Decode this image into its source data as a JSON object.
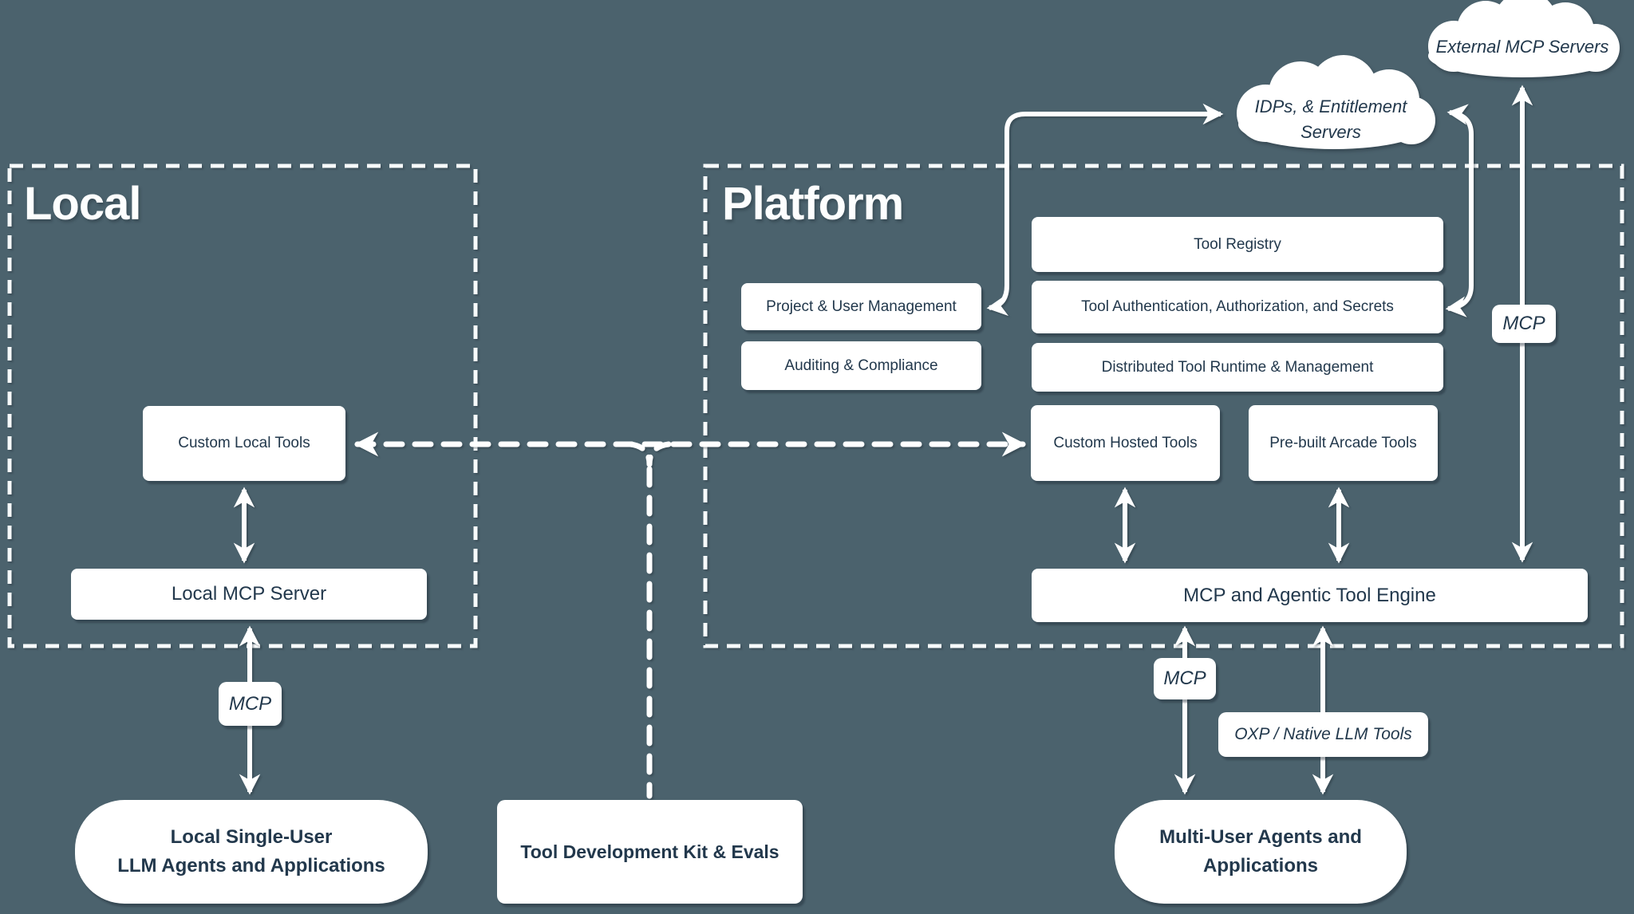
{
  "palette": {
    "background": "#4b626d",
    "ink": "#22384c",
    "line": "#ffffff"
  },
  "titles": {
    "local": "Local",
    "platform": "Platform"
  },
  "clouds": {
    "external": {
      "label": "External MCP Servers"
    },
    "idps": {
      "line1": "IDPs, & Entitlement",
      "line2": "Servers"
    }
  },
  "local": {
    "custom_local_tools": "Custom Local Tools",
    "local_mcp_server": "Local MCP Server"
  },
  "platform": {
    "tool_registry": "Tool Registry",
    "project_user_management": "Project & User Management",
    "tool_auth": "Tool Authentication, Authorization, and Secrets",
    "auditing_compliance": "Auditing & Compliance",
    "distributed_runtime": "Distributed Tool Runtime & Management",
    "custom_hosted_tools": "Custom Hosted Tools",
    "prebuilt_arcade_tools": "Pre-built Arcade Tools",
    "mcp_engine": "MCP and Agentic Tool Engine"
  },
  "edge_labels": {
    "mcp_local": "MCP",
    "mcp_engine": "MCP",
    "mcp_external": "MCP",
    "oxp": "OXP / Native LLM Tools"
  },
  "bottom": {
    "local_agents": {
      "line1": "Local Single-User",
      "line2": "LLM Agents and Applications"
    },
    "tdk": {
      "label": "Tool Development Kit & Evals"
    },
    "multi_user": {
      "line1": "Multi-User Agents and",
      "line2": "Applications"
    }
  }
}
